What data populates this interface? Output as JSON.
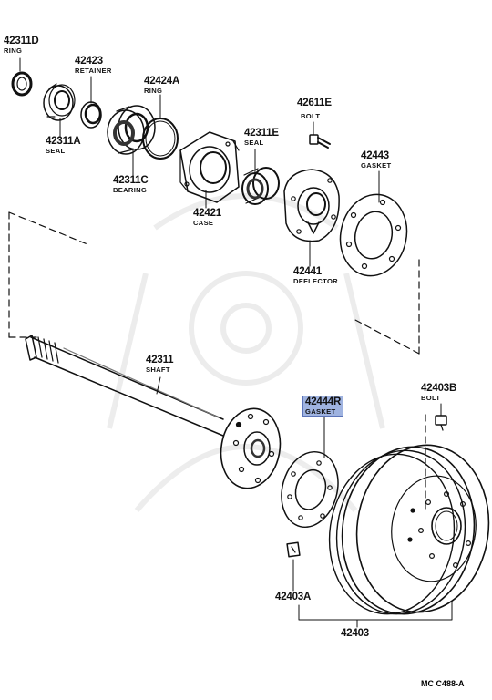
{
  "footer_code": "MC C488-A",
  "parts": [
    {
      "id": "p42311D",
      "number": "42311D",
      "name": "RING"
    },
    {
      "id": "p42423",
      "number": "42423",
      "name": "RETAINER"
    },
    {
      "id": "p42424A",
      "number": "42424A",
      "name": "RING"
    },
    {
      "id": "p42311A",
      "number": "42311A",
      "name": "SEAL"
    },
    {
      "id": "p42311C",
      "number": "42311C",
      "name": "BEARING"
    },
    {
      "id": "p42421",
      "number": "42421",
      "name": "CASE"
    },
    {
      "id": "p42311E",
      "number": "42311E",
      "name": "SEAL"
    },
    {
      "id": "p42611E",
      "number": "42611E",
      "name": "BOLT"
    },
    {
      "id": "p42443",
      "number": "42443",
      "name": "GASKET"
    },
    {
      "id": "p42441",
      "number": "42441",
      "name": "DEFLECTOR"
    },
    {
      "id": "p42311",
      "number": "42311",
      "name": "SHAFT"
    },
    {
      "id": "p42444R",
      "number": "42444R",
      "name": "GASKET",
      "highlight": true
    },
    {
      "id": "p42403B",
      "number": "42403B",
      "name": "BOLT"
    },
    {
      "id": "p42403A",
      "number": "42403A",
      "name": ""
    },
    {
      "id": "p42403",
      "number": "42403",
      "name": ""
    }
  ]
}
